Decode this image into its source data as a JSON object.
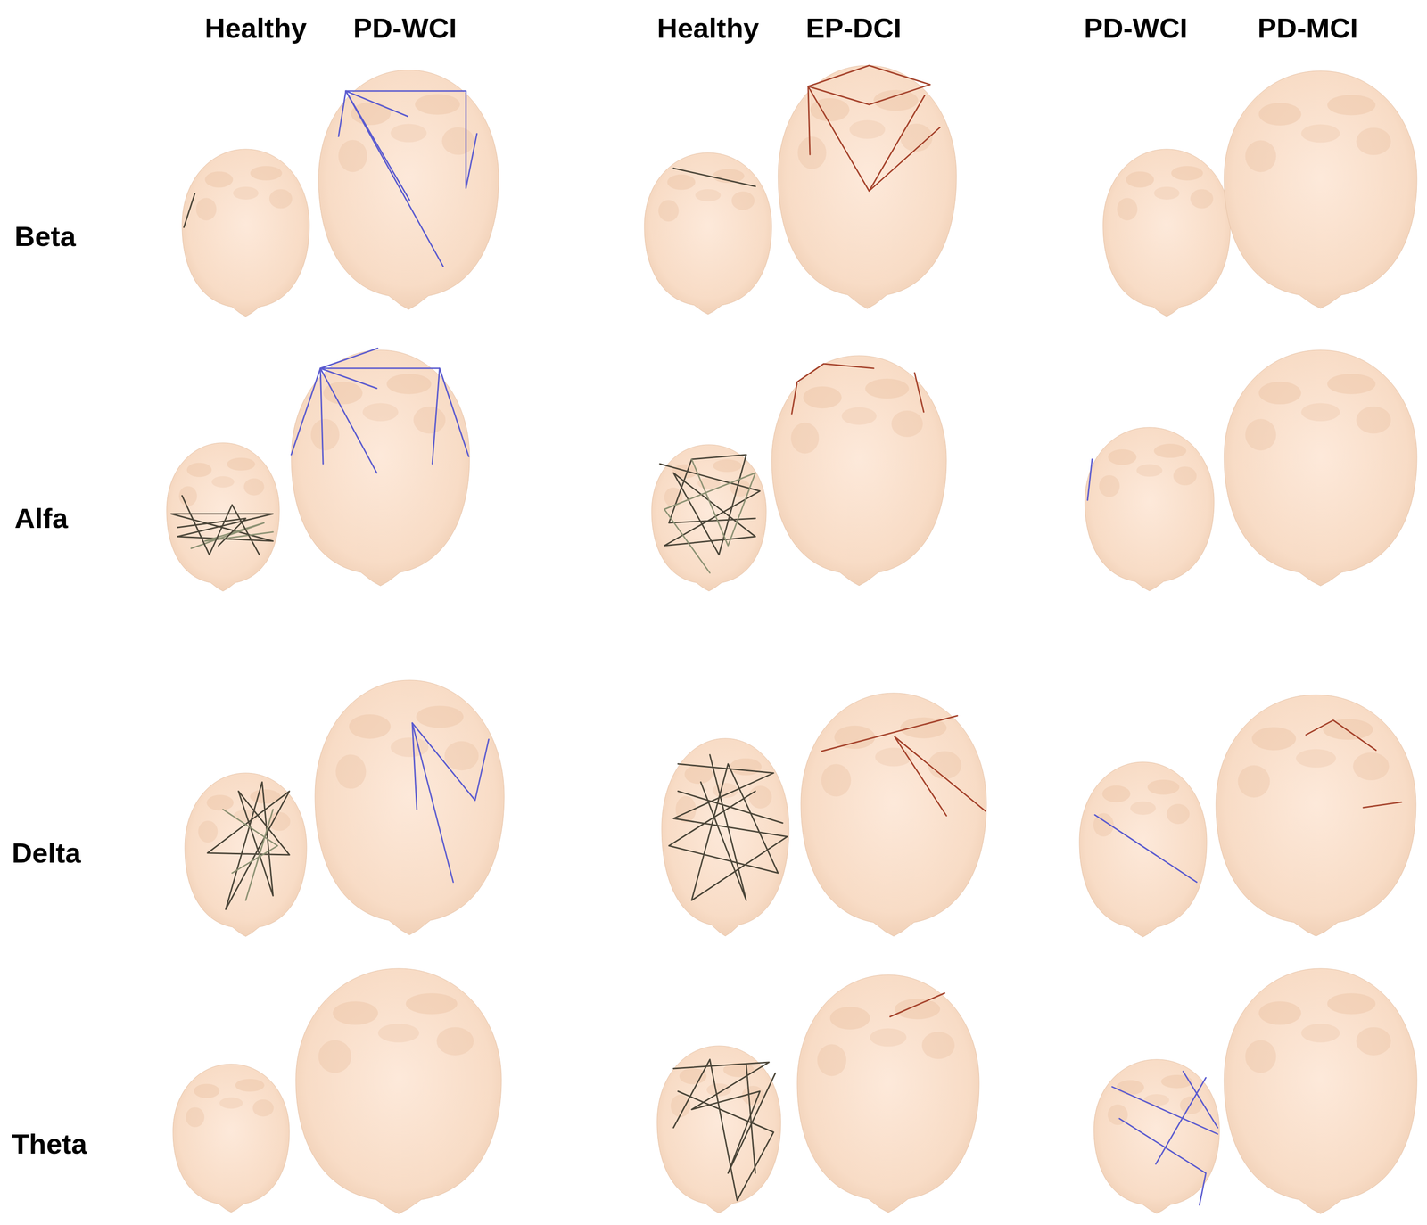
{
  "diagram": {
    "labels": [
      "Healthy",
      "PD-WCI",
      "Healthy",
      "EP-DCI",
      "PD-WCI",
      "PD-MCI",
      "Beta",
      "Alfa",
      "Delta",
      "Theta"
    ]
  }
}
